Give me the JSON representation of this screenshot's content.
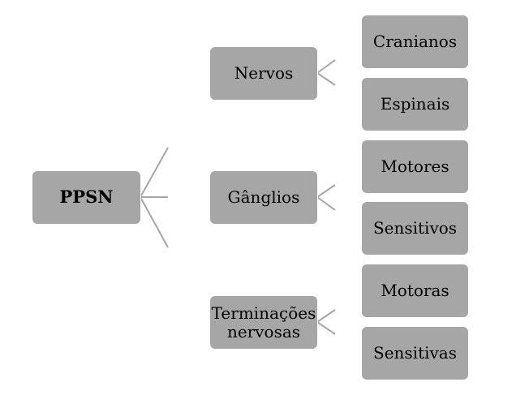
{
  "diagram": {
    "root": {
      "label": "PPSN"
    },
    "branches": [
      {
        "label": "Nervos",
        "children": [
          "Cranianos",
          "Espinais"
        ]
      },
      {
        "label": "Gânglios",
        "children": [
          "Motores",
          "Sensitivos"
        ]
      },
      {
        "label": "Terminações\nnervosas",
        "children": [
          "Motoras",
          "Sensitivas"
        ]
      }
    ],
    "colors": {
      "node_fill": "#a6a6a6",
      "connector": "#a6a6a6",
      "text": "#000000",
      "background": "#ffffff"
    }
  }
}
